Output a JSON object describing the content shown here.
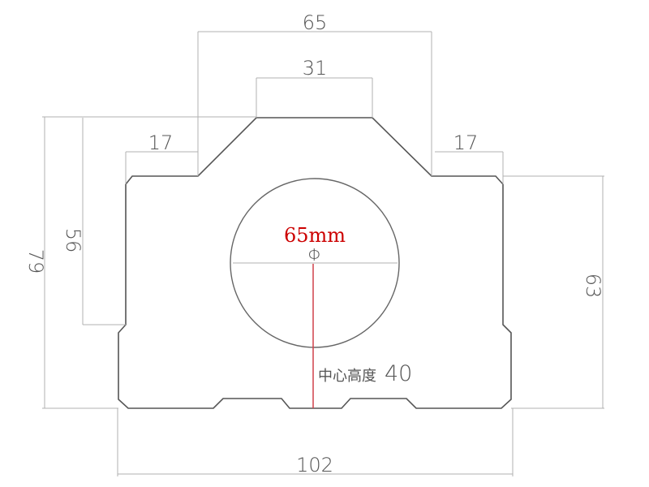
{
  "drawing": {
    "dimensions": {
      "top_width": "65",
      "top_flat": "31",
      "left_shoulder": "17",
      "right_shoulder": "17",
      "total_height": "79",
      "left_height": "56",
      "right_height": "63",
      "bottom_width": "102"
    },
    "bore": {
      "diameter_label": "65mm",
      "phi_symbol": "Φ"
    },
    "center_height": {
      "label_cn": "中心高度",
      "value": "40"
    },
    "colors": {
      "outline": "#555555",
      "dimension": "#b0b0b0",
      "accent": "#cc0000"
    }
  }
}
